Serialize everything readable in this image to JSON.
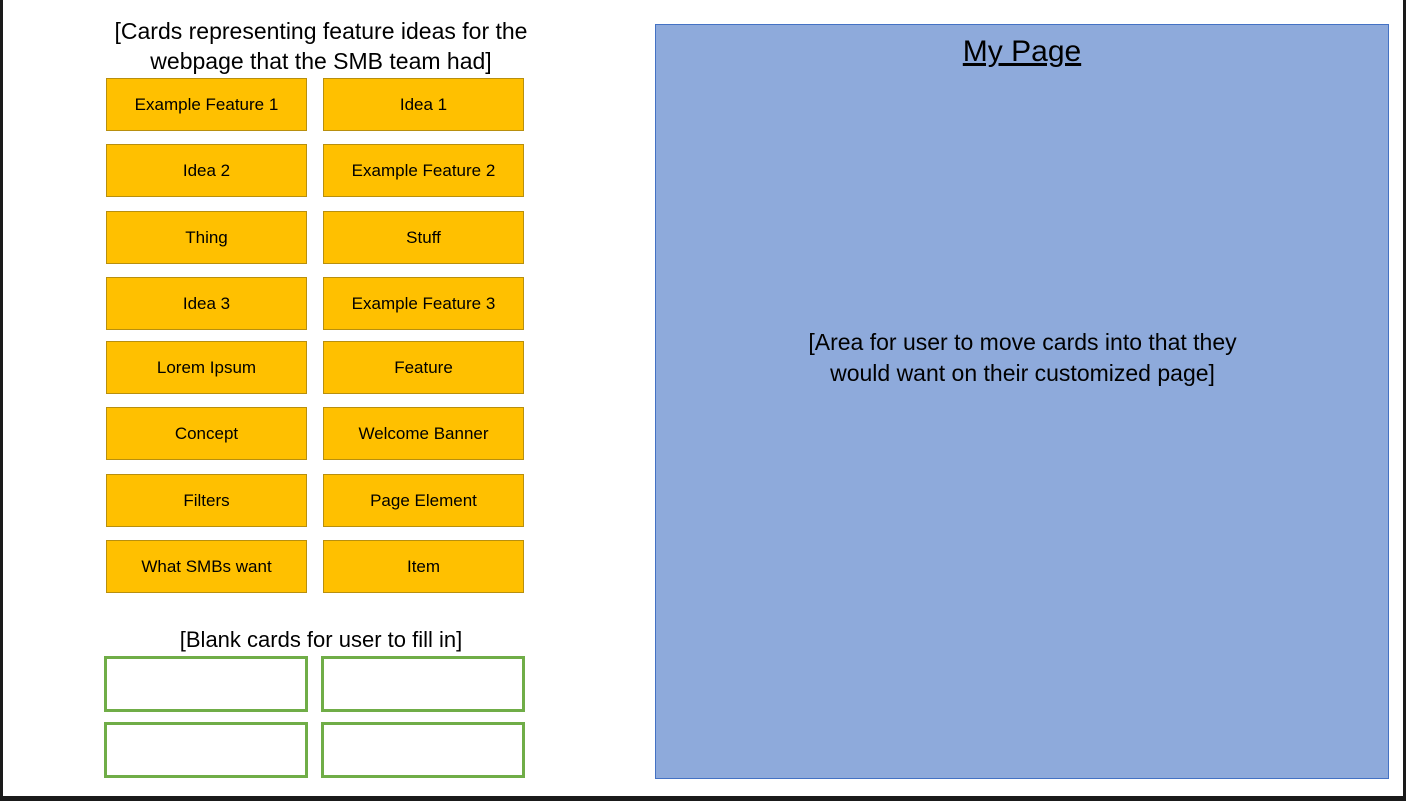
{
  "cards_section": {
    "heading_line1": "[Cards representing feature ideas for the",
    "heading_line2": "webpage that the SMB team had]",
    "cards": [
      "Example Feature 1",
      "Idea 1",
      "Idea 2",
      "Example Feature 2",
      "Thing",
      "Stuff",
      "Idea 3",
      "Example Feature 3",
      "Lorem Ipsum",
      "Feature",
      "Concept",
      "Welcome Banner",
      "Filters",
      "Page Element",
      "What SMBs want",
      "Item"
    ],
    "card_color": "#ffc000"
  },
  "blank_section": {
    "heading": "[Blank cards for user to fill in]",
    "blank_card_border_color": "#70ad47",
    "blank_card_count": 4
  },
  "my_page": {
    "title": "My Page",
    "description_line1": "[Area for user to move cards into that they",
    "description_line2": "would want on their customized page]",
    "background_color": "#8eaadb"
  }
}
